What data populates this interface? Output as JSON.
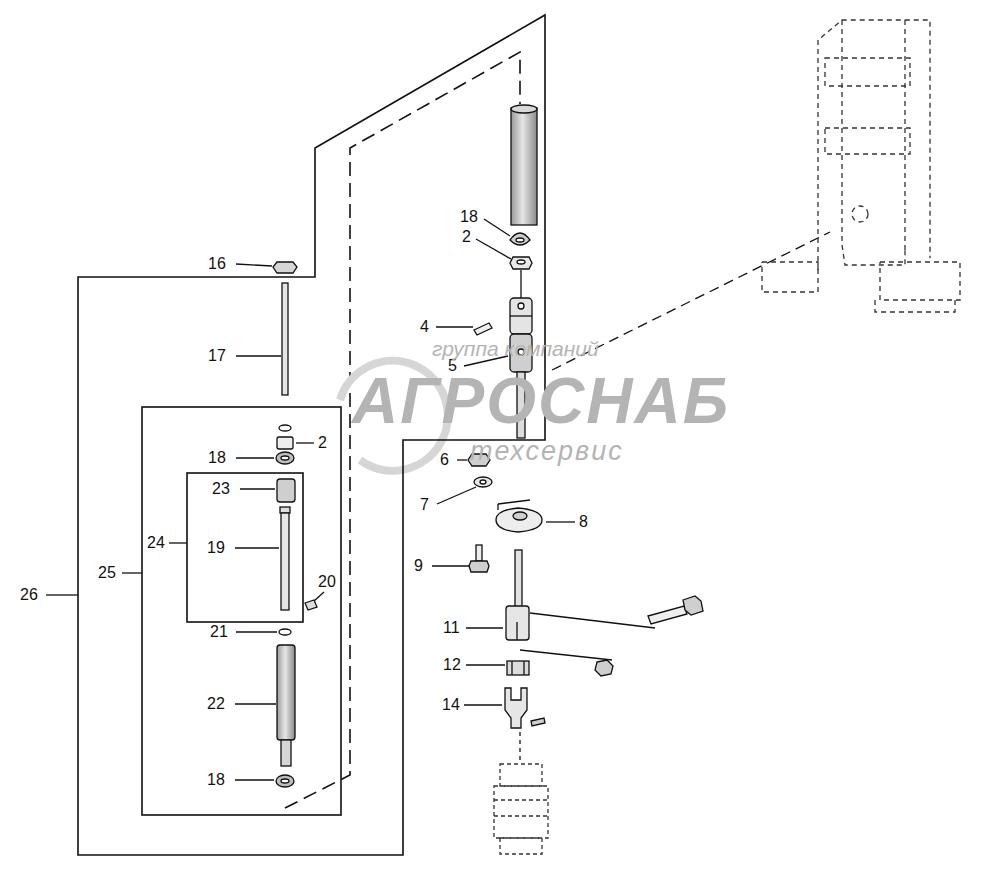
{
  "diagram": {
    "nodes": [
      {
        "text": [
          "26"
        ]
      },
      {
        "text": [
          "25"
        ],
        "in": 0
      },
      {
        "text": [
          "24"
        ],
        "in": 1
      }
    ],
    "labels": [
      "16",
      "17",
      "2",
      "18",
      "23",
      "19",
      "20",
      "21",
      "22",
      "18",
      "18",
      "2",
      "4",
      "5",
      "6",
      "7",
      "8",
      "9",
      "11",
      "12",
      "14",
      "группа компаний",
      "АГРОСНАБ",
      "техсервис"
    ]
  }
}
